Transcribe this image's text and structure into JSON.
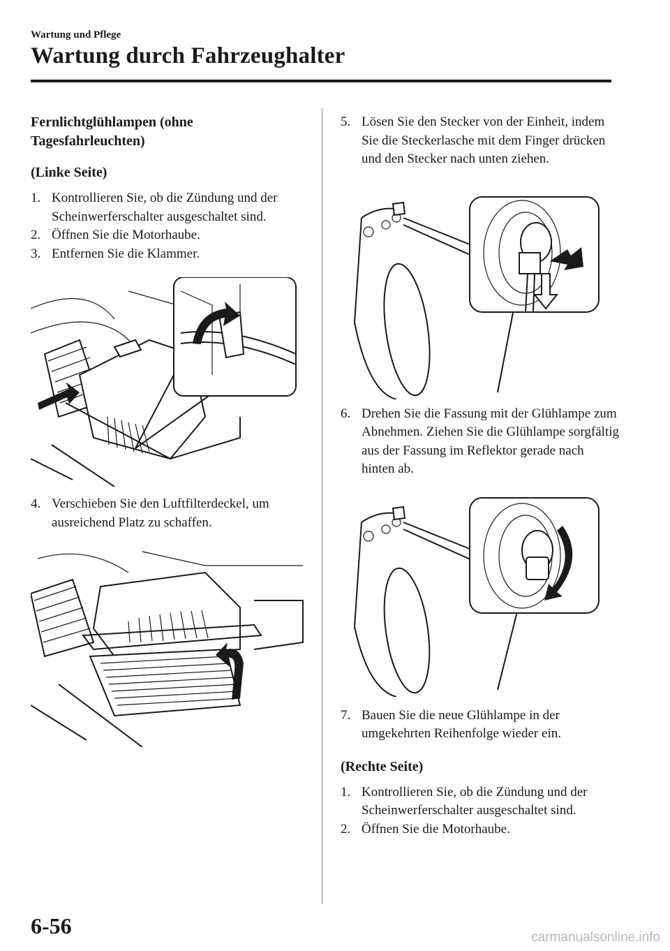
{
  "header": {
    "section": "Wartung und Pflege",
    "title": "Wartung durch Fahrzeughalter"
  },
  "left_column": {
    "heading_line1": "Fernlichtglühlampen (ohne",
    "heading_line2": "Tagesfahrleuchten)",
    "subheading": "(Linke Seite)",
    "steps": [
      {
        "num": "1.",
        "text": "Kontrollieren Sie, ob die Zündung und der Scheinwerferschalter ausgeschaltet sind."
      },
      {
        "num": "2.",
        "text": "Öffnen Sie die Motorhaube."
      },
      {
        "num": "3.",
        "text": "Entfernen Sie die Klammer."
      },
      {
        "num": "4.",
        "text": "Verschieben Sie den Luftfilterdeckel, um ausreichend Platz zu schaffen."
      }
    ]
  },
  "right_column": {
    "steps_a": [
      {
        "num": "5.",
        "text": "Lösen Sie den Stecker von der Einheit, indem Sie die Steckerlasche mit dem Finger drücken und den Stecker nach unten ziehen."
      }
    ],
    "steps_b": [
      {
        "num": "6.",
        "text": "Drehen Sie die Fassung mit der Glühlampe zum Abnehmen. Ziehen Sie die Glühlampe sorgfältig aus der Fassung im Reflektor gerade nach hinten ab."
      }
    ],
    "steps_c": [
      {
        "num": "7.",
        "text": "Bauen Sie die neue Glühlampe in der umgekehrten Reihenfolge wieder ein."
      }
    ],
    "subheading": "(Rechte Seite)",
    "steps_d": [
      {
        "num": "1.",
        "text": "Kontrollieren Sie, ob die Zündung und der Scheinwerferschalter ausgeschaltet sind."
      },
      {
        "num": "2.",
        "text": "Öffnen Sie die Motorhaube."
      }
    ]
  },
  "footer": {
    "page_number": "6-56",
    "watermark": "carmanualsonline.info"
  }
}
